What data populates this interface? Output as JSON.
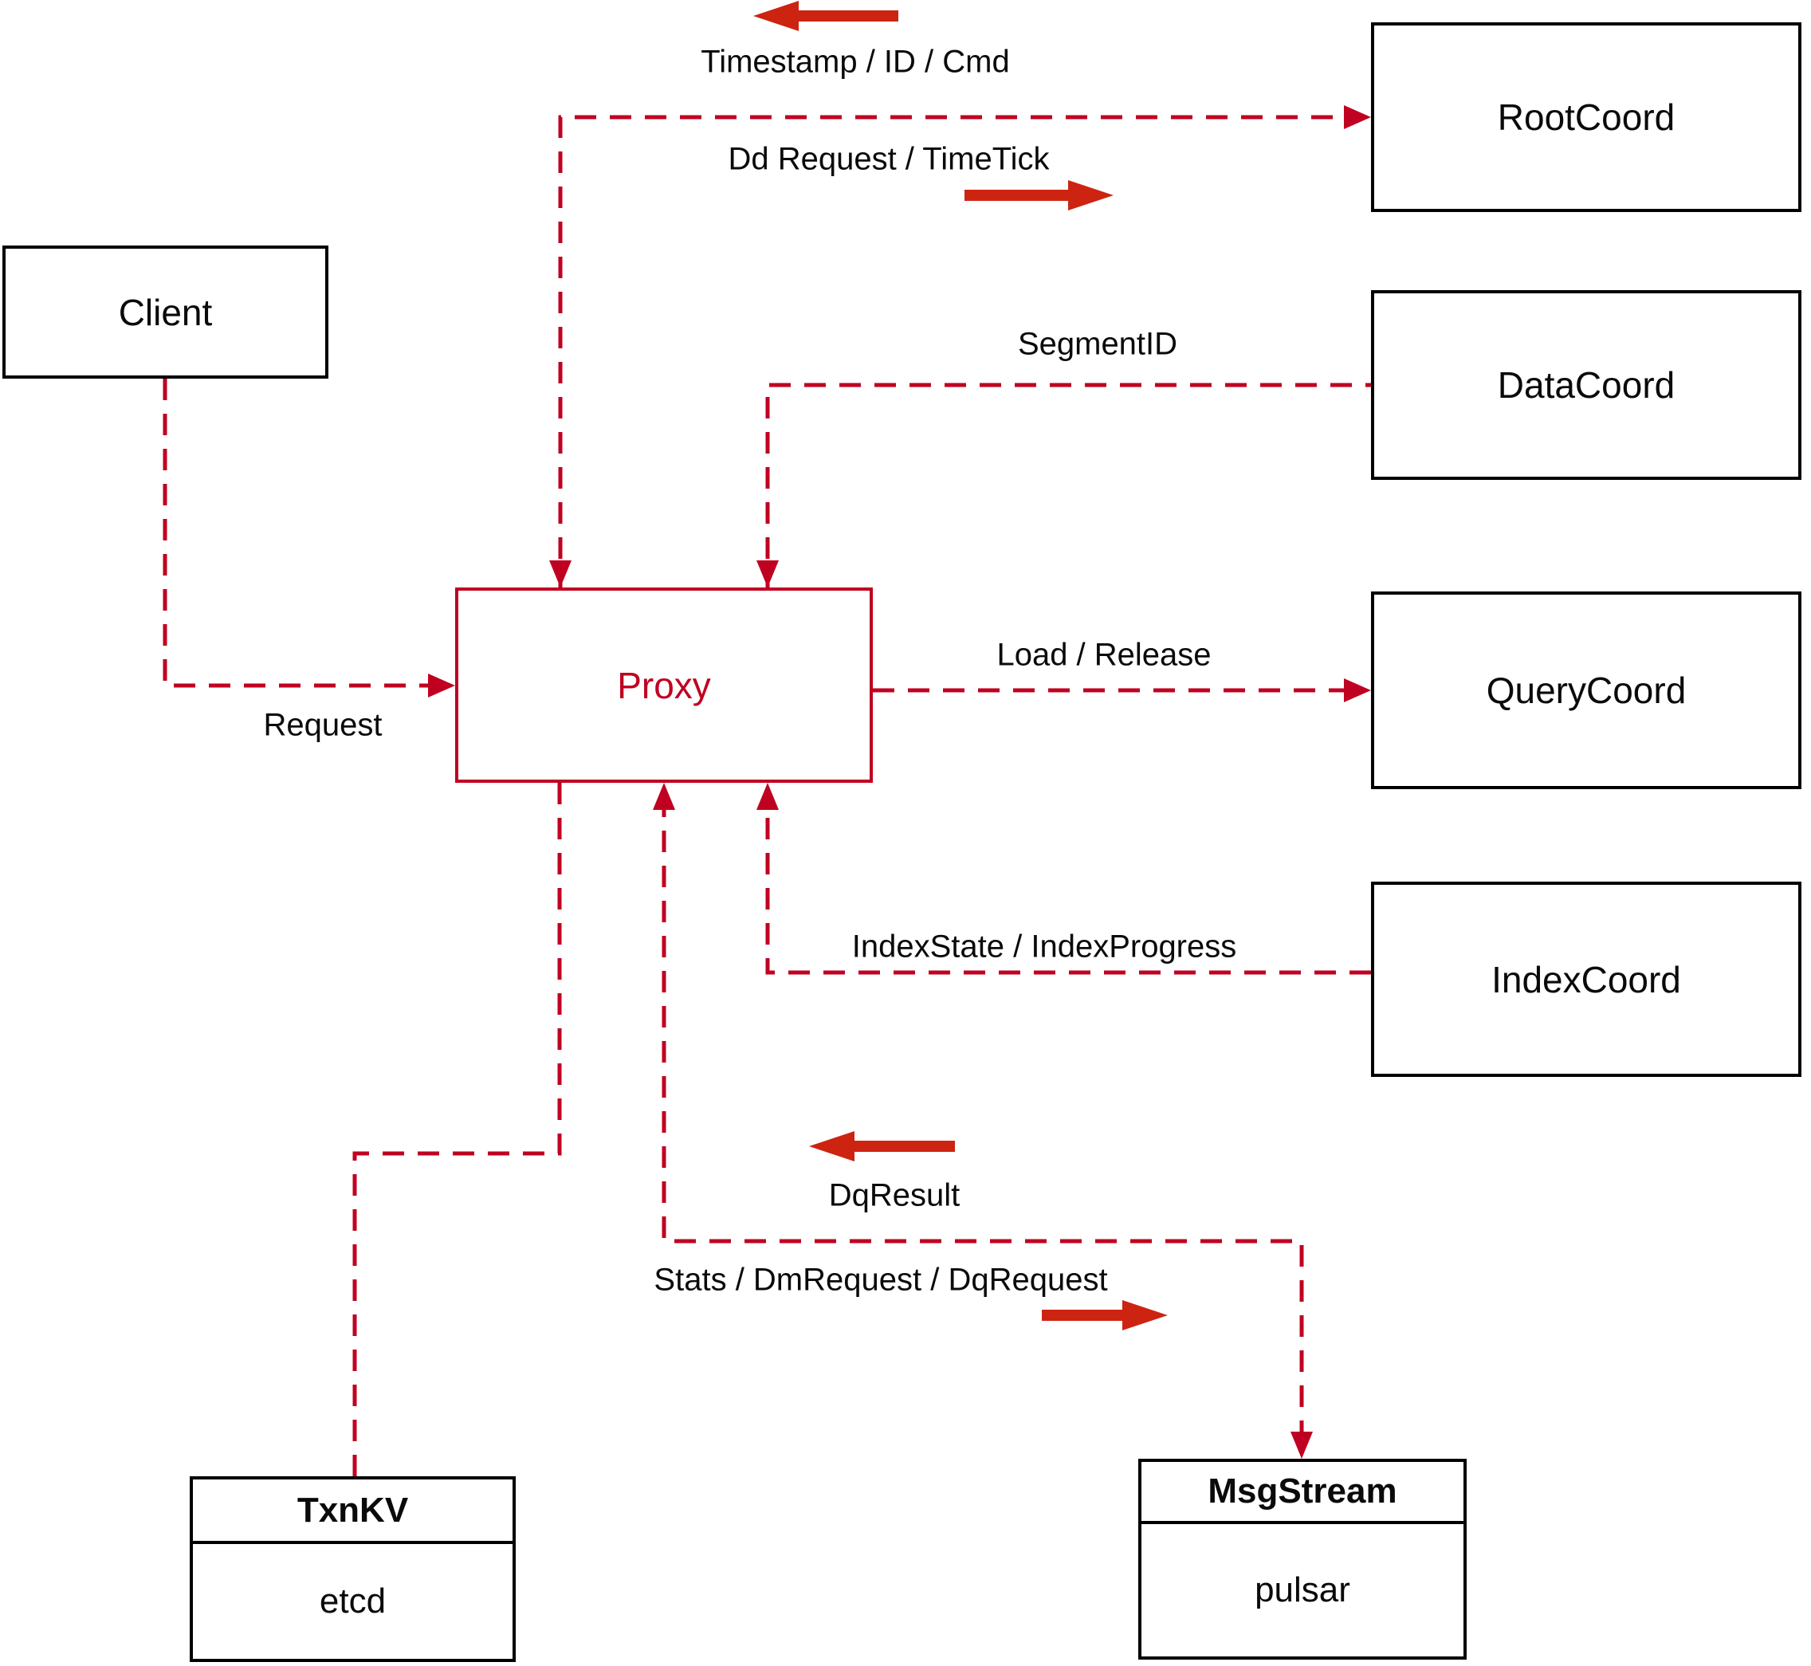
{
  "colors": {
    "dashed_line": "#c00021",
    "solid_arrow": "#cc2411",
    "box_border": "#000000",
    "proxy_accent": "#c00021",
    "text": "#0a0a0a"
  },
  "nodes": {
    "client": {
      "label": "Client"
    },
    "proxy": {
      "label": "Proxy"
    },
    "rootcoord": {
      "label": "RootCoord"
    },
    "datacoord": {
      "label": "DataCoord"
    },
    "querycoord": {
      "label": "QueryCoord"
    },
    "indexcoord": {
      "label": "IndexCoord"
    },
    "txnkv": {
      "title": "TxnKV",
      "body": "etcd"
    },
    "msgstream": {
      "title": "MsgStream",
      "body": "pulsar"
    }
  },
  "edge_labels": {
    "timestamp_id_cmd": "Timestamp / ID / Cmd",
    "dd_request_timetick": "Dd Request / TimeTick",
    "segment_id": "SegmentID",
    "request": "Request",
    "load_release": "Load / Release",
    "indexstate_indexprogress": "IndexState / IndexProgress",
    "dq_result": "DqResult",
    "stats_dmrequest_dqrequest": "Stats / DmRequest / DqRequest"
  }
}
